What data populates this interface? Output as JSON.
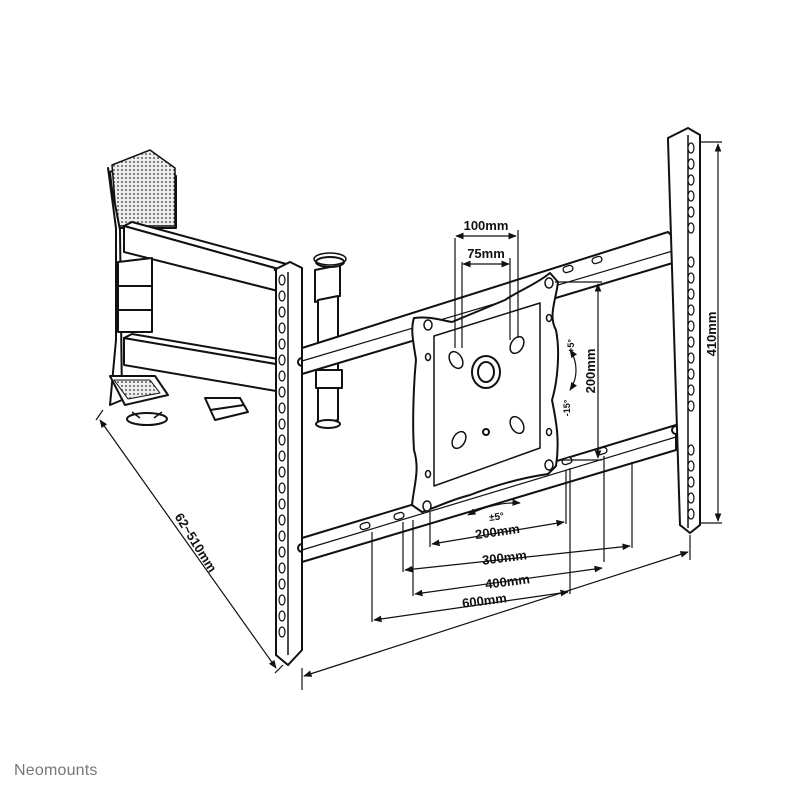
{
  "dimensions": {
    "d100": "100mm",
    "d75": "75mm",
    "d200_vertical": "200mm",
    "d410": "410mm",
    "d62_510": "62~510mm",
    "d200_horizontal": "200mm",
    "d300": "300mm",
    "d400": "400mm",
    "d600": "600mm"
  },
  "tilt": {
    "up": "+5°",
    "down": "-15°"
  },
  "rotation": "±5°",
  "brand": "Neomounts"
}
